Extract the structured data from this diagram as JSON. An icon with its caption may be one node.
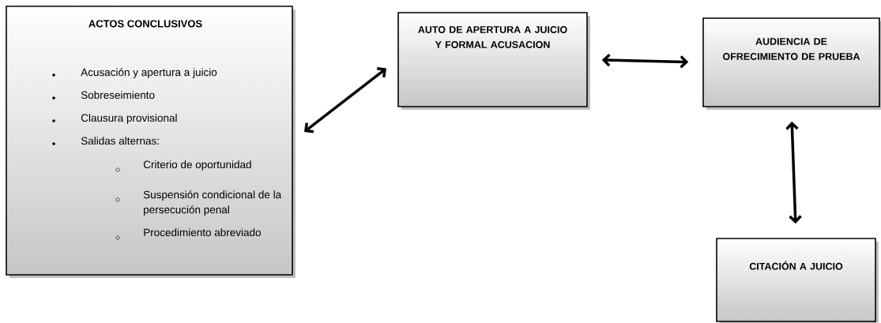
{
  "diagram": {
    "nodes": [
      {
        "text": [
          "ACTOS CONCLUSIVOS",
          "Acusación y apertura a juicio",
          "Sobreseimiento",
          "Clausura provisional",
          "Salidas alternas:",
          "Criterio de oportunidad",
          "Suspensión condicional de la persecución penal",
          "Procedimiento abreviado"
        ]
      },
      {
        "text": [
          "AUTO DE APERTURA A JUICIO Y FORMAL ACUSACION"
        ]
      },
      {
        "text": [
          "AUDIENCIA DE OFRECIMIENTO DE PRUEBA"
        ]
      },
      {
        "text": [
          "CITACIÓN A JUICIO"
        ]
      }
    ],
    "edges": [
      {
        "from": 0,
        "to": 1,
        "arrow": "both"
      },
      {
        "from": 1,
        "to": 2,
        "arrow": "both"
      },
      {
        "from": 2,
        "to": 3,
        "arrow": "both"
      }
    ]
  }
}
